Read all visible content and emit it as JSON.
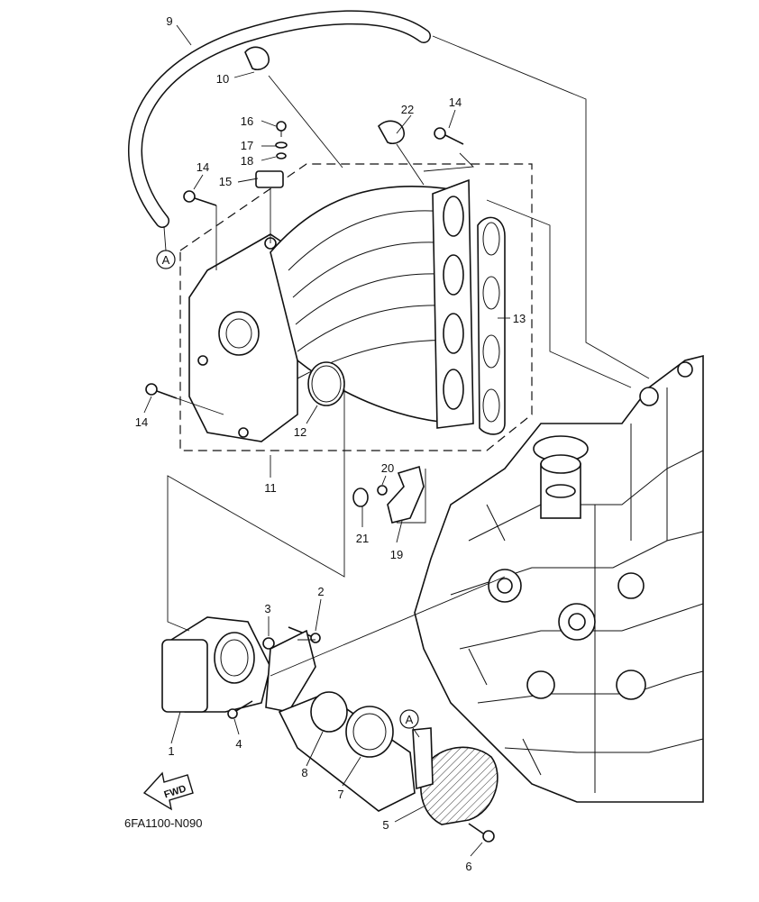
{
  "figure_code": "6FA1100-N090",
  "direction_label": "FWD",
  "ref_mark": "A",
  "callouts": [
    {
      "id": "c1",
      "label": "1"
    },
    {
      "id": "c2",
      "label": "2"
    },
    {
      "id": "c3",
      "label": "3"
    },
    {
      "id": "c4",
      "label": "4"
    },
    {
      "id": "c5",
      "label": "5"
    },
    {
      "id": "c6",
      "label": "6"
    },
    {
      "id": "c7",
      "label": "7"
    },
    {
      "id": "c8",
      "label": "8"
    },
    {
      "id": "c9",
      "label": "9"
    },
    {
      "id": "c10",
      "label": "10"
    },
    {
      "id": "c11",
      "label": "11"
    },
    {
      "id": "c12",
      "label": "12"
    },
    {
      "id": "c13",
      "label": "13"
    },
    {
      "id": "c14a",
      "label": "14"
    },
    {
      "id": "c14b",
      "label": "14"
    },
    {
      "id": "c14c",
      "label": "14"
    },
    {
      "id": "c15",
      "label": "15"
    },
    {
      "id": "c16",
      "label": "16"
    },
    {
      "id": "c17",
      "label": "17"
    },
    {
      "id": "c18",
      "label": "18"
    },
    {
      "id": "c19",
      "label": "19"
    },
    {
      "id": "c20",
      "label": "20"
    },
    {
      "id": "c21",
      "label": "21"
    },
    {
      "id": "c22",
      "label": "22"
    }
  ]
}
